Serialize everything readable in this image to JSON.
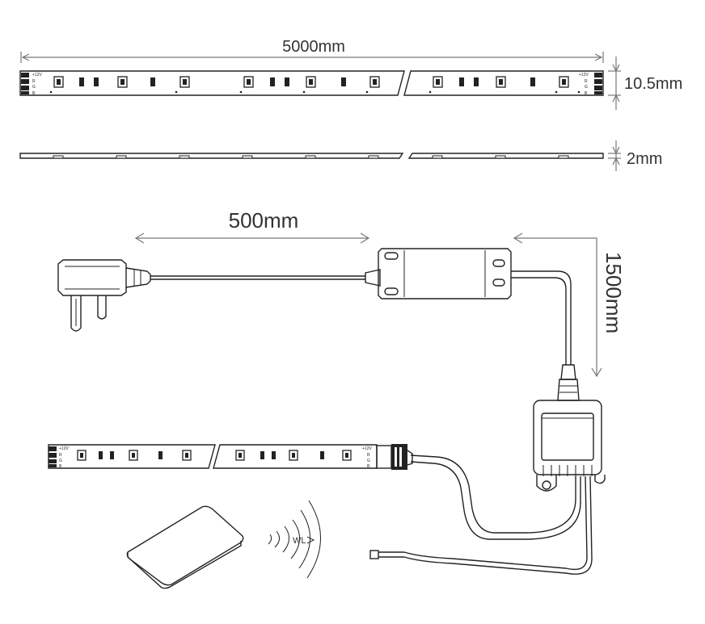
{
  "dimensions": {
    "strip_length": "5000mm",
    "strip_width": "10.5mm",
    "strip_thickness": "2mm",
    "plug_cable_length": "500mm",
    "controller_cable_length": "1500mm"
  },
  "labels": {
    "wireless": "WL",
    "strip_pins": [
      "+12V",
      "R",
      "G",
      "B"
    ]
  },
  "colors": {
    "line": "#222222",
    "dimension": "#777777",
    "text": "#333333"
  },
  "icons": [
    "uk-plug-icon",
    "power-adapter-icon",
    "rgb-controller-icon",
    "remote-control-icon",
    "wireless-signal-icon",
    "dc-connector-icon"
  ]
}
